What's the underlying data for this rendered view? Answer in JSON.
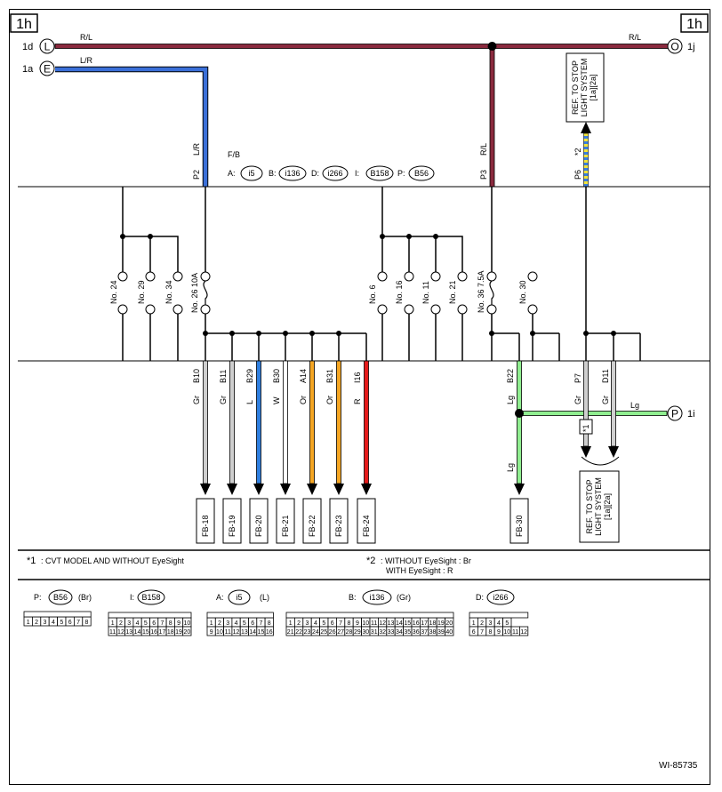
{
  "page": {
    "code": "WI-85735"
  },
  "sheet": {
    "left": "1h",
    "right": "1h"
  },
  "colors": {
    "R/L": "#8a2a3e",
    "L/R": "#3a6fd8",
    "Gr": "#cfcfcf",
    "L": "#2f7fe0",
    "W": "#ffffff",
    "Or": "#f5a623",
    "R": "#e51b1b",
    "Lg": "#90ee90",
    "stripe_yellow": "#f2e53a",
    "stripe_blue": "#3a7fe0"
  },
  "connectors_left": [
    {
      "id": "1d",
      "letter": "L",
      "wire": "R/L"
    },
    {
      "id": "1a",
      "letter": "E",
      "wire": "L/R"
    }
  ],
  "connectors_right": [
    {
      "id": "1j",
      "letter": "O",
      "wire": "R/L"
    },
    {
      "id": "1i",
      "letter": "P",
      "wire": "Lg"
    }
  ],
  "fb_box": {
    "title": "F/B",
    "items": [
      {
        "key": "A:",
        "val": "i5"
      },
      {
        "key": "B:",
        "val": "i136"
      },
      {
        "key": "D:",
        "val": "i266"
      },
      {
        "key": "I:",
        "val": "B158"
      },
      {
        "key": "P:",
        "val": "B56"
      }
    ]
  },
  "top_pins": [
    {
      "color": "L/R",
      "pin": "P2"
    },
    {
      "color": "R/L",
      "pin": "P3"
    },
    {
      "color": "*2",
      "pin": "P6"
    }
  ],
  "fuses": [
    "No. 24",
    "No. 29",
    "No. 34",
    "No. 26 10A",
    "No. 6",
    "No. 16",
    "No. 11",
    "No. 21",
    "No. 36 7.5A",
    "No. 30"
  ],
  "outputs": [
    {
      "color": "Gr",
      "pin": "B10",
      "fb": "FB-18"
    },
    {
      "color": "Gr",
      "pin": "B11",
      "fb": "FB-19"
    },
    {
      "color": "L",
      "pin": "B29",
      "fb": "FB-20"
    },
    {
      "color": "W",
      "pin": "B30",
      "fb": "FB-21"
    },
    {
      "color": "Or",
      "pin": "A14",
      "fb": "FB-22"
    },
    {
      "color": "Or",
      "pin": "B31",
      "fb": "FB-23"
    },
    {
      "color": "R",
      "pin": "I16",
      "fb": "FB-24"
    }
  ],
  "lg_output": {
    "color": "Lg",
    "pin": "B22",
    "fb": "FB-30",
    "down_label": "Lg",
    "right_label": "Lg"
  },
  "right_outputs": [
    {
      "color": "Gr",
      "pin": "P7"
    },
    {
      "color": "Gr",
      "pin": "D11"
    }
  ],
  "ref_boxes": [
    {
      "l1": "REF. TO STOP",
      "l2": "LIGHT SYSTEM",
      "l3": "[1a][2a]"
    },
    {
      "l1": "REF. TO STOP",
      "l2": "LIGHT SYSTEM",
      "l3": "[1a][2a]"
    }
  ],
  "tags": {
    "star1": "*1"
  },
  "notes": {
    "n1_mark": "*1",
    "n1_text": ": CVT MODEL AND WITHOUT EyeSight",
    "n2_mark": "*2",
    "n2_text1": ": WITHOUT EyeSight  : Br",
    "n2_text2": "WITH EyeSight  : R"
  },
  "legend": [
    {
      "prefix": "P:",
      "name": "B56",
      "suffix": "(Br)",
      "row1": [
        "1",
        "2",
        "3",
        "4",
        "5",
        "6",
        "7",
        "8"
      ],
      "row2": []
    },
    {
      "prefix": "I:",
      "name": "B158",
      "suffix": "",
      "row1": [
        "1",
        "2",
        "3",
        "4",
        "5",
        "6",
        "7",
        "8",
        "9",
        "10"
      ],
      "row2": [
        "11",
        "12",
        "13",
        "14",
        "15",
        "16",
        "17",
        "18",
        "19",
        "20"
      ]
    },
    {
      "prefix": "A:",
      "name": "i5",
      "suffix": "(L)",
      "row1": [
        "1",
        "2",
        "3",
        "4",
        "5",
        "6",
        "7",
        "8"
      ],
      "row2": [
        "9",
        "10",
        "11",
        "12",
        "13",
        "14",
        "15",
        "16"
      ]
    },
    {
      "prefix": "B:",
      "name": "i136",
      "suffix": "(Gr)",
      "row1": [
        "1",
        "2",
        "3",
        "4",
        "5",
        "6",
        "7",
        "8",
        "9",
        "10",
        "11",
        "12",
        "13",
        "14",
        "15",
        "16",
        "17",
        "18",
        "19",
        "20"
      ],
      "row2": [
        "21",
        "22",
        "23",
        "24",
        "25",
        "26",
        "27",
        "28",
        "29",
        "30",
        "31",
        "32",
        "33",
        "34",
        "35",
        "36",
        "37",
        "38",
        "39",
        "40"
      ]
    },
    {
      "prefix": "D:",
      "name": "i266",
      "suffix": "",
      "row1": [
        "1",
        "2",
        "3",
        "4",
        "5"
      ],
      "row2": [
        "6",
        "7",
        "8",
        "9",
        "10",
        "11",
        "12"
      ]
    }
  ]
}
